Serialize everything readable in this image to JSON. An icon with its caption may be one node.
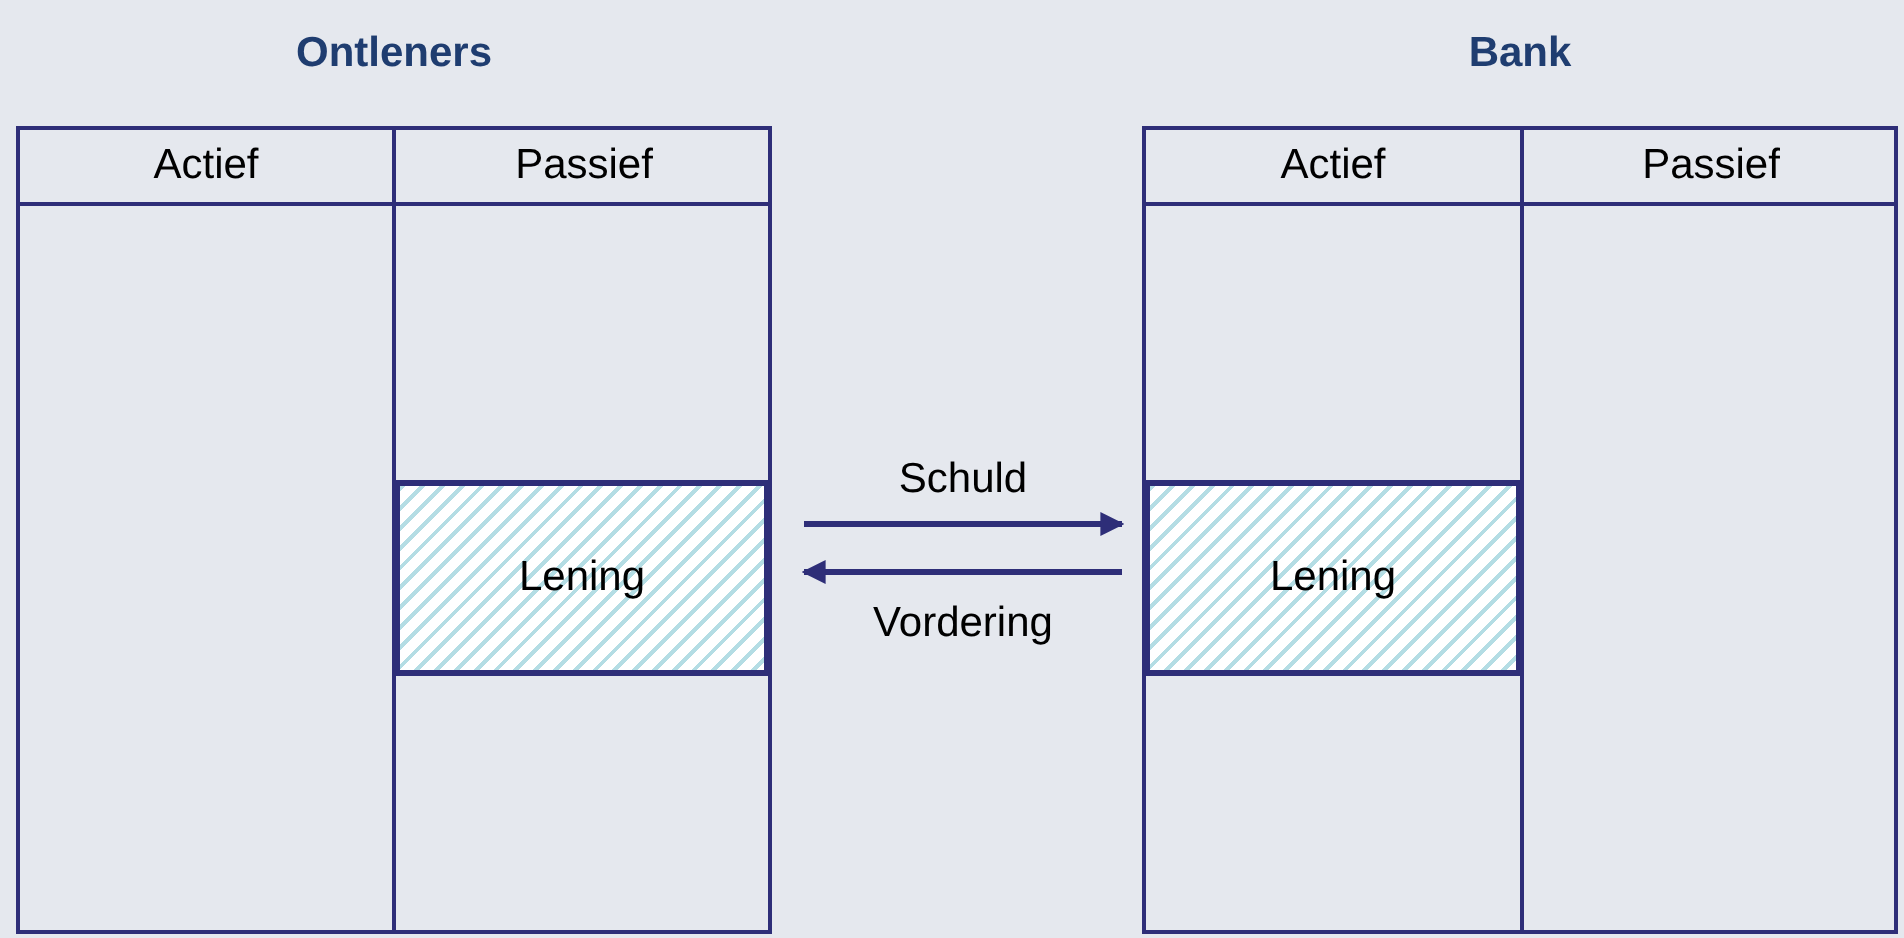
{
  "diagram": {
    "nodes": [
      {
        "text": [
          "Ontleners"
        ]
      },
      {
        "text": [
          "Actief"
        ],
        "in": 0
      },
      {
        "text": [
          "Passief"
        ],
        "in": 0
      },
      {
        "text": [
          "Lening"
        ],
        "in": 2
      },
      {
        "text": [
          "Bank"
        ]
      },
      {
        "text": [
          "Actief"
        ],
        "in": 4
      },
      {
        "text": [
          "Passief"
        ],
        "in": 4
      },
      {
        "text": [
          "Lening"
        ],
        "in": 5
      }
    ],
    "edges": [
      {
        "from": 3,
        "to": 7,
        "arrow": "to",
        "label": "Schuld"
      },
      {
        "from": 7,
        "to": 3,
        "arrow": "to",
        "label": "Vordering"
      }
    ]
  }
}
